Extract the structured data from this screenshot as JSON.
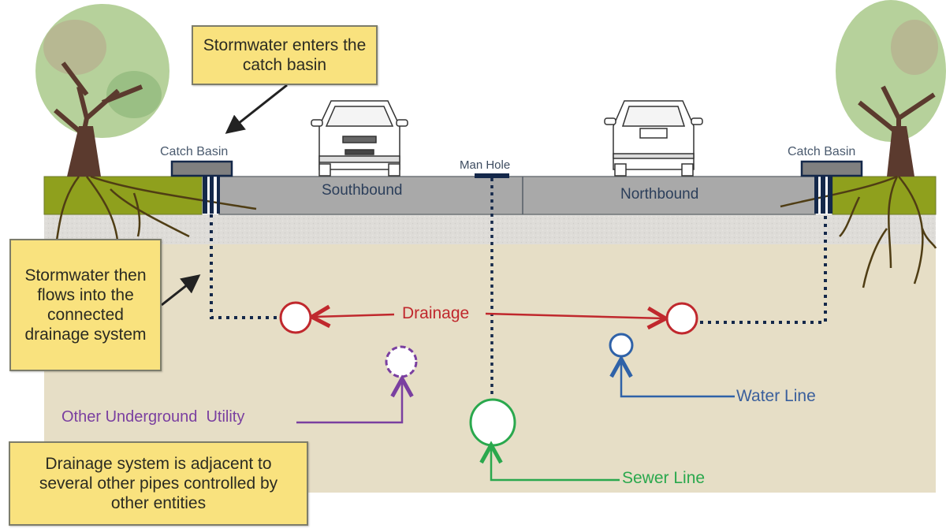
{
  "callouts": {
    "top": "Stormwater enters the catch basin",
    "left": "Stormwater then flows into the connected drainage system",
    "bottom": "Drainage system is adjacent to several other pipes controlled by other entities"
  },
  "labels": {
    "catch_basin_left": "Catch Basin",
    "catch_basin_right": "Catch Basin",
    "man_hole": "Man Hole",
    "southbound": "Southbound",
    "northbound": "Northbound",
    "drainage": "Drainage",
    "other_utility": "Other Underground  Utility",
    "water_line": "Water Line",
    "sewer_line": "Sewer Line"
  },
  "icons": [
    "tree-icon",
    "car-front-icon",
    "car-rear-icon",
    "catch-basin-icon",
    "manhole-cover-icon",
    "pipe-circle-icon"
  ],
  "colors": {
    "callout_fill": "#f9e27e",
    "grass": "#8fa01d",
    "road": "#a9a9a9",
    "gravel": "#dedcd8",
    "soil": "#e6dec6",
    "drainage": "#c0282d",
    "water": "#2f62a8",
    "sewer": "#2aa84d",
    "other_utility": "#7a3fa0",
    "pipe_dots": "#14284a"
  }
}
